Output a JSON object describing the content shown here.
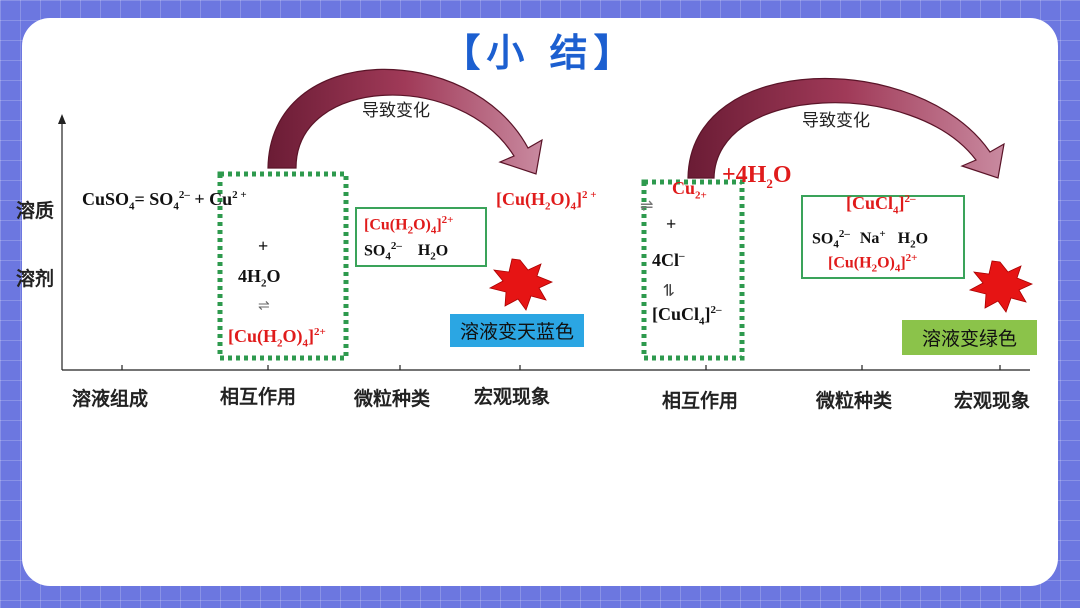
{
  "title": "【小 结】",
  "causes_label_1": "导致变化",
  "causes_label_2": "导致变化",
  "y_labels": {
    "solute": "溶质",
    "solvent": "溶剂"
  },
  "x_labels": {
    "solution_composition": "溶液组成",
    "interaction_1": "相互作用",
    "particle_types_1": "微粒种类",
    "macro_phenomenon_1": "宏观现象",
    "interaction_2": "相互作用",
    "particle_types_2": "微粒种类",
    "macro_phenomenon_2": "宏观现象"
  },
  "phenomenon_1": "溶液变天蓝色",
  "phenomenon_2": "溶液变绿色",
  "formulas": {
    "cuso4_label": "CuSO",
    "cuso4_sub": "4",
    "eq": "=",
    "so4_label": "SO",
    "so4_sub": "4",
    "so4_sup": "2–",
    "plus_cu": "+ Cu",
    "cu_sup": "2 +",
    "plus": "+",
    "h2o_prefix": "4H",
    "h2o_sub": "2",
    "h2o_suffix": "O",
    "equilibrium": "⇌",
    "complex_prefix": "[Cu(H",
    "complex_sub2": "2",
    "complex_mid": "O)",
    "complex_sub4": "4",
    "complex_end": "]",
    "complex_sup": "2+",
    "complex_sup_spaced": "2 +",
    "so4_h2o_so": "SO",
    "so4_h2o_sub": "4",
    "so4_h2o_sup": "2–",
    "h2o_h": "H",
    "h2o_2": "2",
    "h2o_o": "O",
    "cu_label": "Cu",
    "cu_sup2": "2+",
    "plus_4h2o": "+4H",
    "plus_4h2o_sub": "2",
    "plus_4h2o_o": "O",
    "cl_prefix": "4Cl",
    "cl_sup": "–",
    "cucl4_prefix": "[CuCl",
    "cucl4_sub": "4",
    "cucl4_end": "]",
    "cucl4_sup": "2–",
    "box2_cucl": "[CuCl",
    "box2_cucl_sub": "4",
    "box2_cucl_end": "]",
    "box2_cucl_sup": "2–",
    "box2_so4": "SO",
    "box2_so4_sub": "4",
    "box2_so4_sup": "2–",
    "box2_na": "Na",
    "box2_na_sup": "+",
    "box2_h2o": "H",
    "box2_h2o_sub": "2",
    "box2_h2o_o": "O"
  },
  "colors": {
    "background": "#6c77e0",
    "title_blue": "#1c5fd0",
    "formula_red": "#e01b1b",
    "dotted_green": "#2e9a4e",
    "box_green": "#3aa35a",
    "arrow_maroon": "#8c2a48",
    "burst_red": "#e61414",
    "tag_blue": "#2ba6e3",
    "tag_green": "#8bc34a"
  },
  "icons": {
    "arrow": "curved-arrow-icon",
    "burst": "starburst-icon"
  }
}
